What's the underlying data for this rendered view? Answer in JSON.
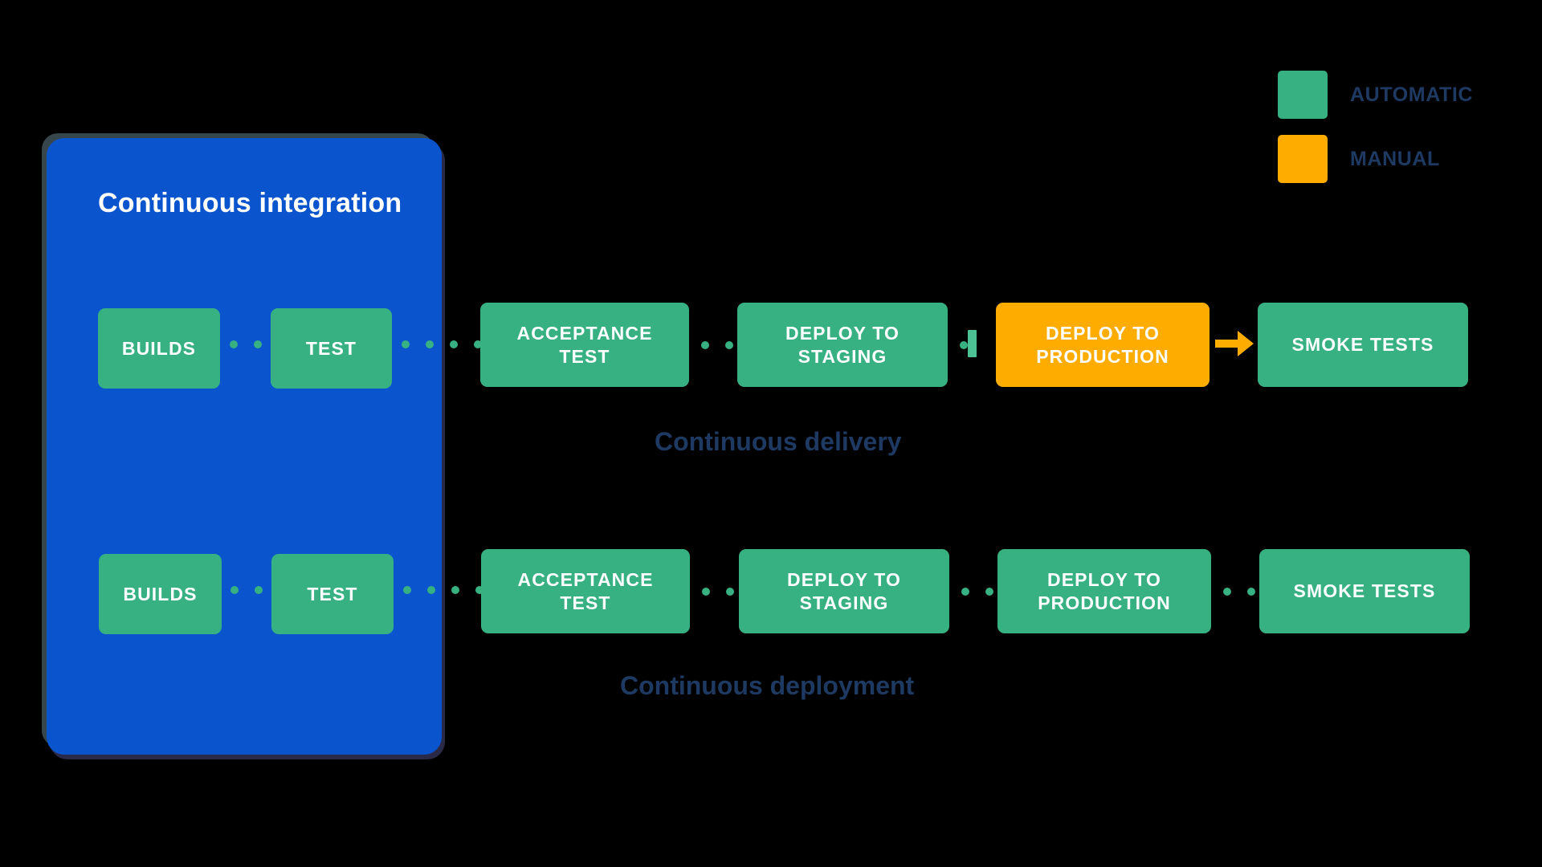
{
  "colors": {
    "background": "#000000",
    "automatic_green": "#37b182",
    "manual_orange": "#ffac00",
    "ci_blue": "#0a55ce",
    "navy_text": "#1e3a63",
    "white": "#ffffff"
  },
  "legend": {
    "items": [
      {
        "label": "AUTOMATIC",
        "color": "#37b182",
        "swatch": "automatic"
      },
      {
        "label": "MANUAL",
        "color": "#ffac00",
        "swatch": "manual"
      }
    ]
  },
  "ci_panel": {
    "title": "Continuous integration"
  },
  "pipelines": [
    {
      "id": "continuous-delivery",
      "caption": "Continuous delivery",
      "stages": [
        {
          "label": "BUILDS",
          "type": "automatic"
        },
        {
          "label": "TEST",
          "type": "automatic"
        },
        {
          "label": "ACCEPTANCE\nTEST",
          "type": "automatic"
        },
        {
          "label": "DEPLOY TO\nSTAGING",
          "type": "automatic"
        },
        {
          "label": "DEPLOY TO\nPRODUCTION",
          "type": "manual"
        },
        {
          "label": "SMOKE TESTS",
          "type": "automatic"
        }
      ],
      "connectors": [
        "dots",
        "dots",
        "dots",
        "gate",
        "arrow"
      ]
    },
    {
      "id": "continuous-deployment",
      "caption": "Continuous deployment",
      "stages": [
        {
          "label": "BUILDS",
          "type": "automatic"
        },
        {
          "label": "TEST",
          "type": "automatic"
        },
        {
          "label": "ACCEPTANCE\nTEST",
          "type": "automatic"
        },
        {
          "label": "DEPLOY TO\nSTAGING",
          "type": "automatic"
        },
        {
          "label": "DEPLOY TO\nPRODUCTION",
          "type": "automatic"
        },
        {
          "label": "SMOKE TESTS",
          "type": "automatic"
        }
      ],
      "connectors": [
        "dots",
        "dots",
        "dots",
        "dots",
        "dots"
      ]
    }
  ],
  "labels": {
    "builds": "BUILDS",
    "test": "TEST",
    "acceptance_test_line1": "ACCEPTANCE",
    "acceptance_test_line2": "TEST",
    "deploy_staging_line1": "DEPLOY TO",
    "deploy_staging_line2": "STAGING",
    "deploy_production_line1": "DEPLOY TO",
    "deploy_production_line2": "PRODUCTION",
    "smoke_tests": "SMOKE TESTS",
    "caption_delivery": "Continuous delivery",
    "caption_deployment": "Continuous deployment"
  }
}
